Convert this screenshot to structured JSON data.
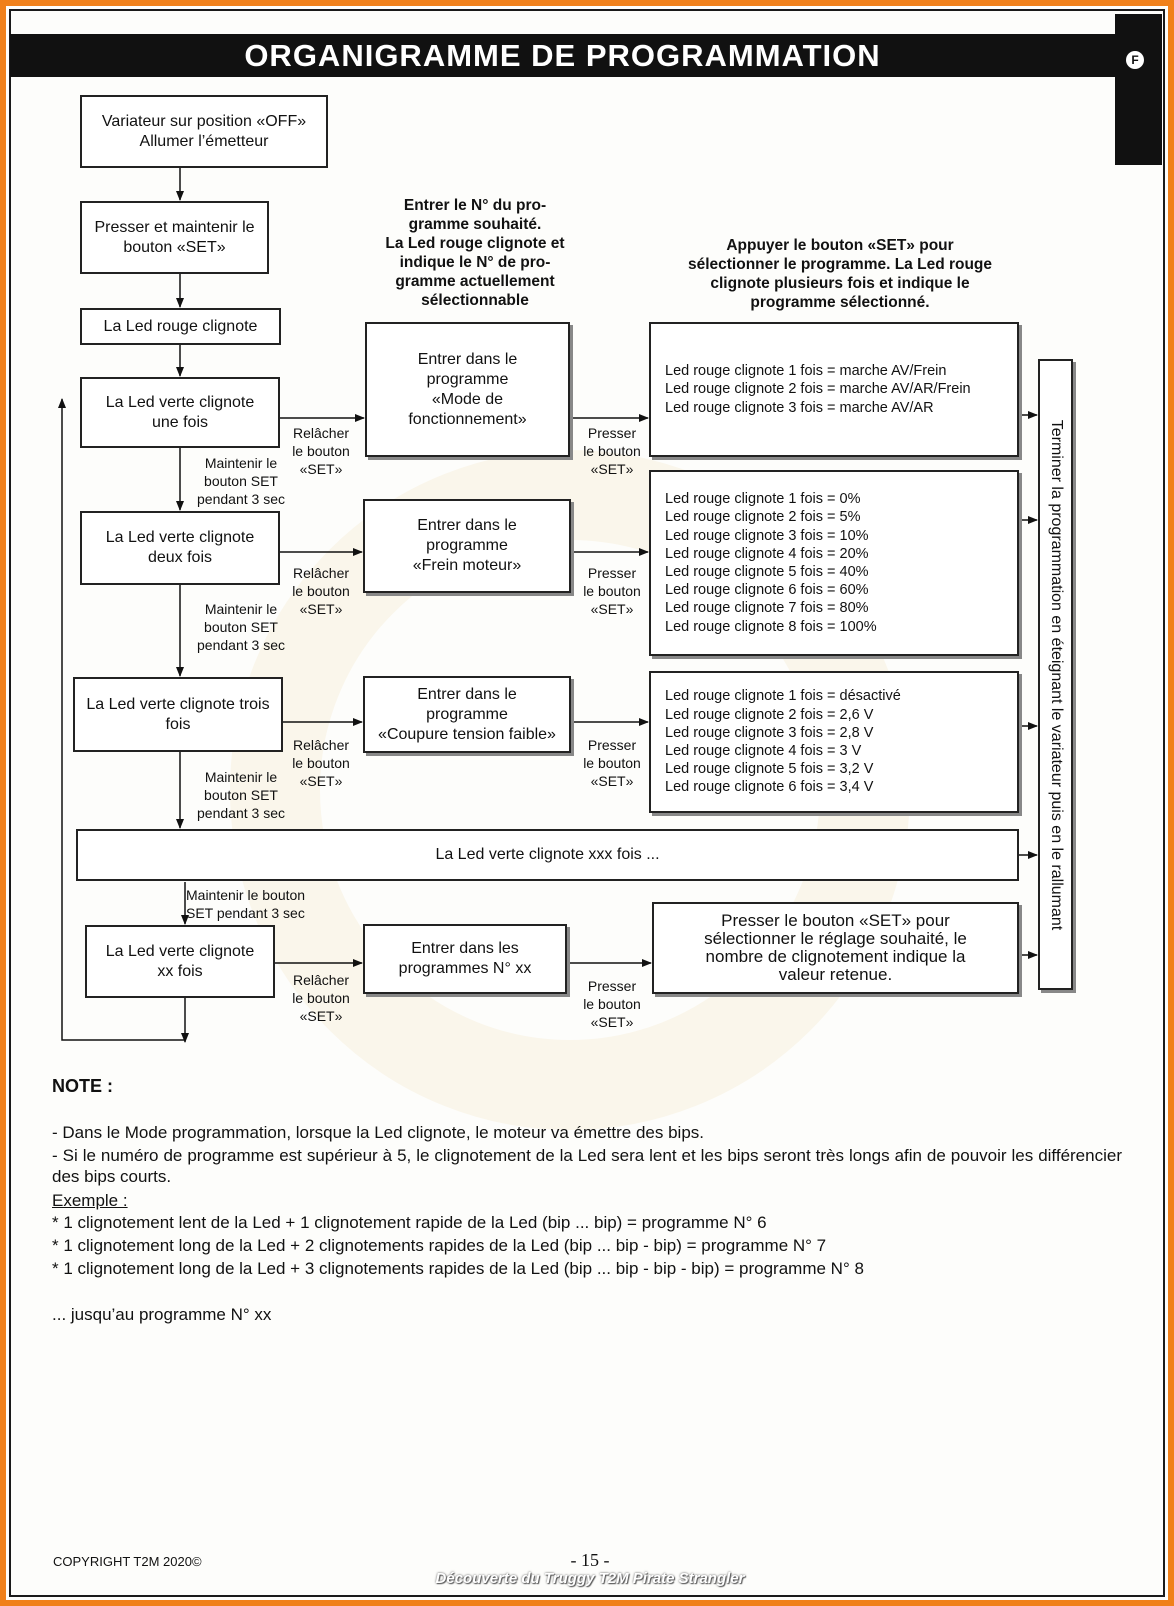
{
  "header": {
    "title": "ORGANIGRAMME DE PROGRAMMATION",
    "badge": "F"
  },
  "flow": {
    "start": "Variateur sur position «OFF»\nAllumer l’émetteur",
    "press_hold": "Presser et maintenir le\nbouton «SET»",
    "red_led": "La Led rouge clignote",
    "green1": "La Led verte clignote\nune fois",
    "green2": "La Led verte clignote\ndeux fois",
    "green3": "La Led verte clignote trois\nfois",
    "greenxxx": "La Led verte clignote xxx fois ...",
    "greenxx": "La Led verte clignote\nxx fois",
    "hold1": "Maintenir le\nbouton SET\npendant 3 sec",
    "hold2": "Maintenir le\nbouton SET\npendant 3 sec",
    "hold3": "Maintenir le\nbouton SET\npendant 3 sec",
    "hold4": "Maintenir le bouton\nSET pendant 3 sec",
    "release1": "Relâcher\nle bouton\n«SET»",
    "release2": "Relâcher\nle bouton\n«SET»",
    "release3": "Relâcher\nle bouton\n«SET»",
    "release4": "Relâcher\nle bouton\n«SET»",
    "press1": "Presser\nle bouton\n«SET»",
    "press2": "Presser\nle bouton\n«SET»",
    "press3": "Presser\nle bouton\n«SET»",
    "press4": "Presser\nle bouton\n«SET»",
    "header_mid": "Entrer le N° du pro-\ngramme souhaité.\nLa Led rouge clignote et\nindique le N° de pro-\ngramme actuellement\nsélectionnable",
    "header_right": "Appuyer le bouton «SET» pour\nsélectionner le programme. La Led rouge\nclignote plusieurs fois et indique le\nprogramme sélectionné.",
    "prog1": "Entrer dans le\nprogramme\n«Mode de\nfonctionnement»",
    "prog2": "Entrer dans le\nprogramme\n«Frein moteur»",
    "prog3": "Entrer dans le\nprogramme\n«Coupure tension faible»",
    "progxx": "Entrer dans les\nprogrammes N° xx",
    "opt1": "Led rouge clignote 1 fois = marche AV/Frein\nLed rouge clignote 2 fois = marche AV/AR/Frein\nLed rouge clignote 3 fois = marche AV/AR",
    "opt2": "Led rouge clignote 1 fois = 0%\nLed rouge clignote 2 fois = 5%\nLed rouge clignote 3 fois = 10%\nLed rouge clignote 4 fois = 20%\nLed rouge clignote 5 fois = 40%\nLed rouge clignote 6 fois = 60%\nLed rouge clignote 7 fois = 80%\nLed rouge clignote 8 fois = 100%",
    "opt3": "Led rouge clignote 1 fois = désactivé\nLed rouge clignote 2 fois = 2,6 V\nLed rouge clignote 3 fois = 2,8 V\nLed rouge clignote 4 fois = 3 V\nLed rouge clignote 5 fois = 3,2 V\nLed rouge clignote 6 fois = 3,4 V",
    "optxx": "Presser le bouton «SET» pour\nsélectionner le réglage souhaité, le\nnombre de clignotement indique la\nvaleur retenue.",
    "finish": "Terminer la programmation en éteignant le variateur puis en le rallumant"
  },
  "note": {
    "title": "NOTE :",
    "line1": "- Dans le Mode programmation, lorsque la Led clignote, le moteur va émettre des bips.",
    "line2": "- Si le numéro de programme est supérieur à 5, le clignotement de la Led sera lent et les bips seront très longs afin de pouvoir les différencier des bips courts.",
    "example": "Exemple :",
    "ex1": "* 1 clignotement lent de la Led  + 1 clignotement rapide de la Led (bip ... bip) = programme N° 6",
    "ex2": "* 1 clignotement long de la Led  + 2 clignotements rapides de la Led (bip ... bip - bip) = programme N° 7",
    "ex3": "* 1 clignotement long de la Led  + 3 clignotements rapides de la Led (bip ... bip - bip - bip) = programme N° 8",
    "end": "... jusqu’au programme N° xx"
  },
  "footer": {
    "copyright": "COPYRIGHT T2M 2020©",
    "page": "- 15 -",
    "caption": "Découverte du Truggy T2M Pirate Strangler"
  }
}
